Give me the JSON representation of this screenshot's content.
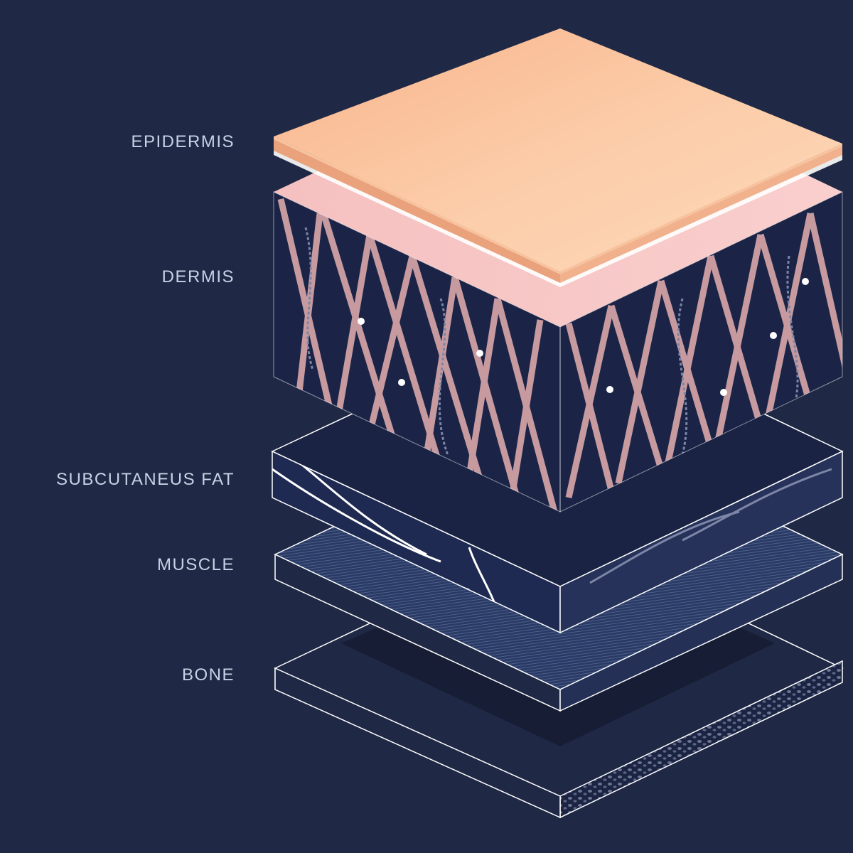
{
  "layers": {
    "epidermis": "EPIDERMIS",
    "dermis": "DERMIS",
    "subcutaneous_fat": "SUBCUTANEUS FAT",
    "muscle": "MUSCLE",
    "bone": "BONE"
  },
  "colors": {
    "background": "#1f2844",
    "epidermis_top": "#fbc9a4",
    "epidermis_edge": "#e9a27c",
    "dermis_top": "#f7c9c8",
    "dermis_fiber": "#c79aa0",
    "dermis_fill": "#1b2447",
    "outline": "#ffffff",
    "label_text": "#c9d1e6"
  }
}
